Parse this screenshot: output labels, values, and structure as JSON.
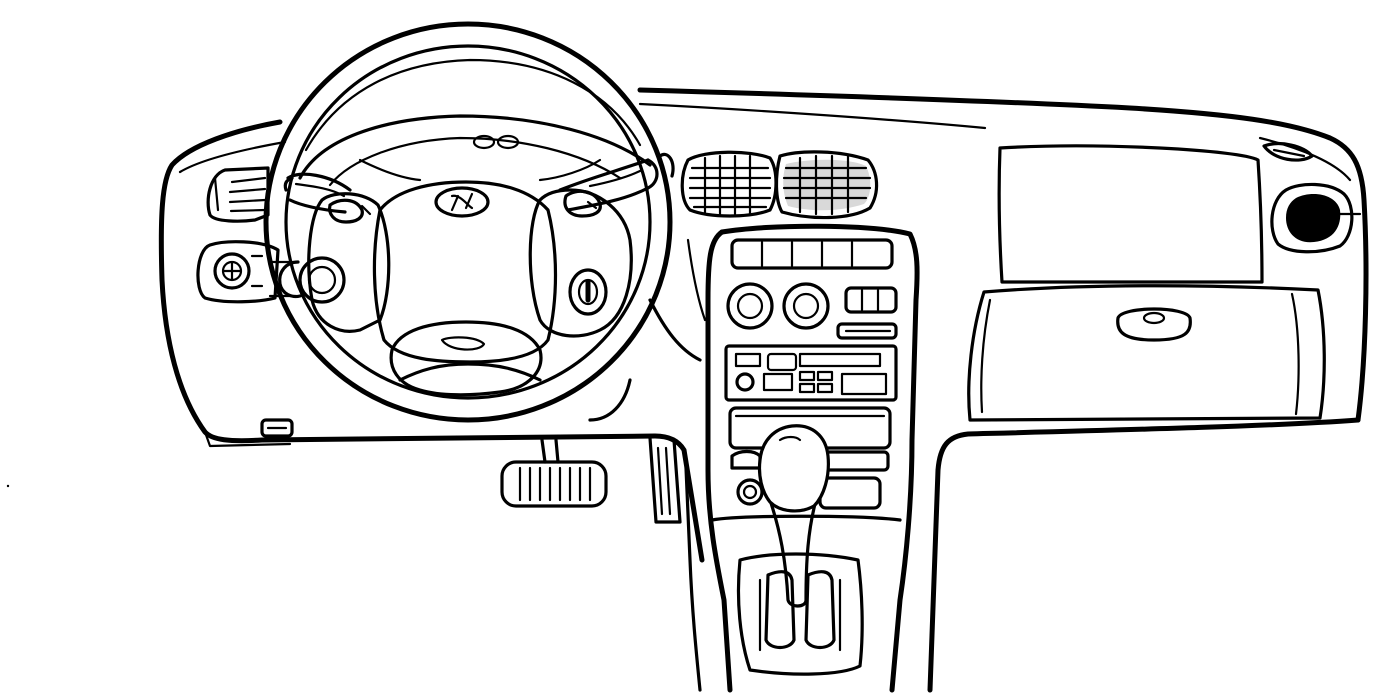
{
  "illustration": {
    "subject": "vehicle-dashboard-line-drawing",
    "colors": {
      "stroke": "#000000",
      "background": "#ffffff"
    },
    "components": [
      "dashboard-outline",
      "steering-wheel",
      "airbag-hub",
      "brand-emblem",
      "left-side-vent",
      "left-headlight-switch",
      "left-hood-release",
      "center-vents",
      "instrument-cluster-hood",
      "center-console",
      "hvac-controls",
      "radio-unit",
      "gear-shifter",
      "brake-pedal",
      "accelerator-pedal",
      "glovebox",
      "glovebox-handle",
      "right-side-vent"
    ]
  }
}
